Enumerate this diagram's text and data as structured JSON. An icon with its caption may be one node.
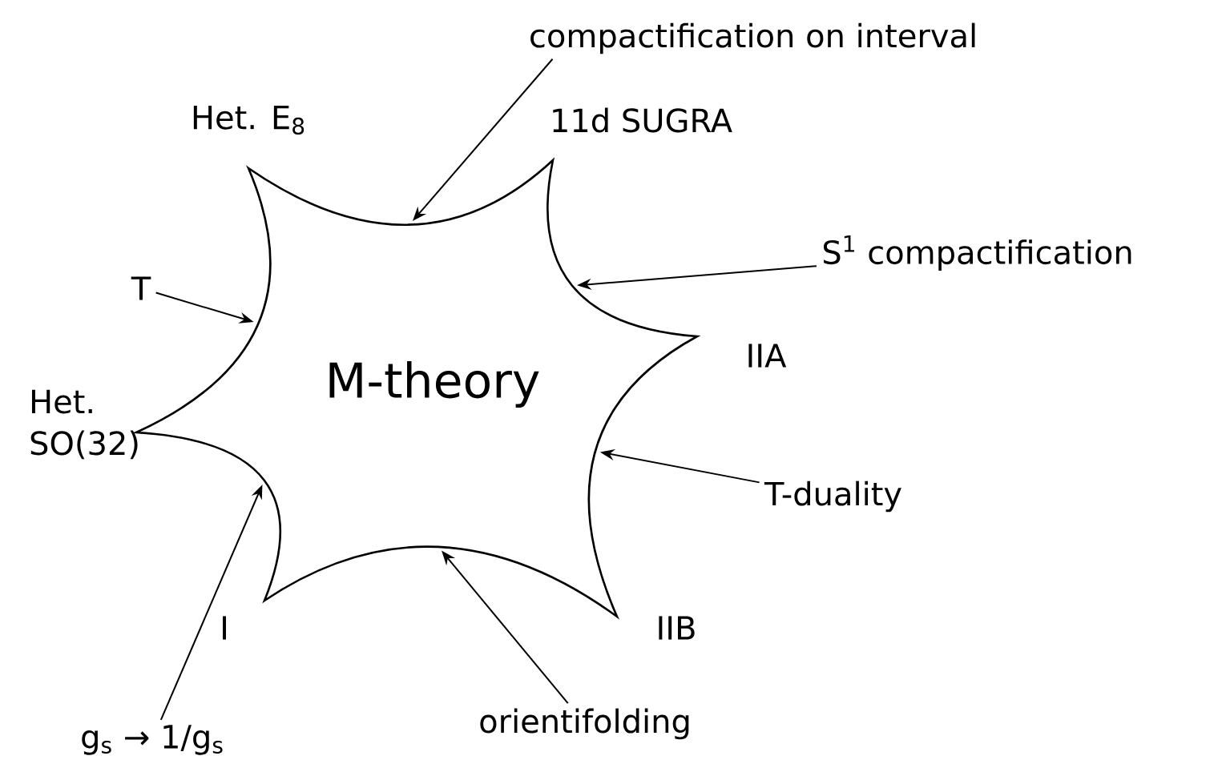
{
  "diagram": {
    "nodes": [
      {
        "text": [
          "M-theory"
        ]
      },
      {
        "text": [
          "compactification on interval"
        ]
      },
      {
        "text": [
          "S$^{1}$ compactification"
        ]
      },
      {
        "text": [
          "T"
        ]
      },
      {
        "text": [
          "T-duality"
        ]
      },
      {
        "text": [
          "orientifolding"
        ]
      },
      {
        "text": [
          "g$_{s}$ → 1/g$_{s}$"
        ]
      }
    ],
    "edges": [
      {
        "from": 1,
        "to": 0,
        "arrow": "to"
      },
      {
        "from": 2,
        "to": 0,
        "arrow": "to"
      },
      {
        "from": 3,
        "to": 0,
        "arrow": "to"
      },
      {
        "from": 4,
        "to": 0,
        "arrow": "to"
      },
      {
        "from": 5,
        "to": 0,
        "arrow": "to"
      },
      {
        "from": 6,
        "to": 0,
        "arrow": "to"
      }
    ],
    "labels": [
      "Het. E$_{8}$",
      "11d SUGRA",
      "IIA",
      "Het. SO(32)",
      "IIB",
      "I"
    ]
  }
}
